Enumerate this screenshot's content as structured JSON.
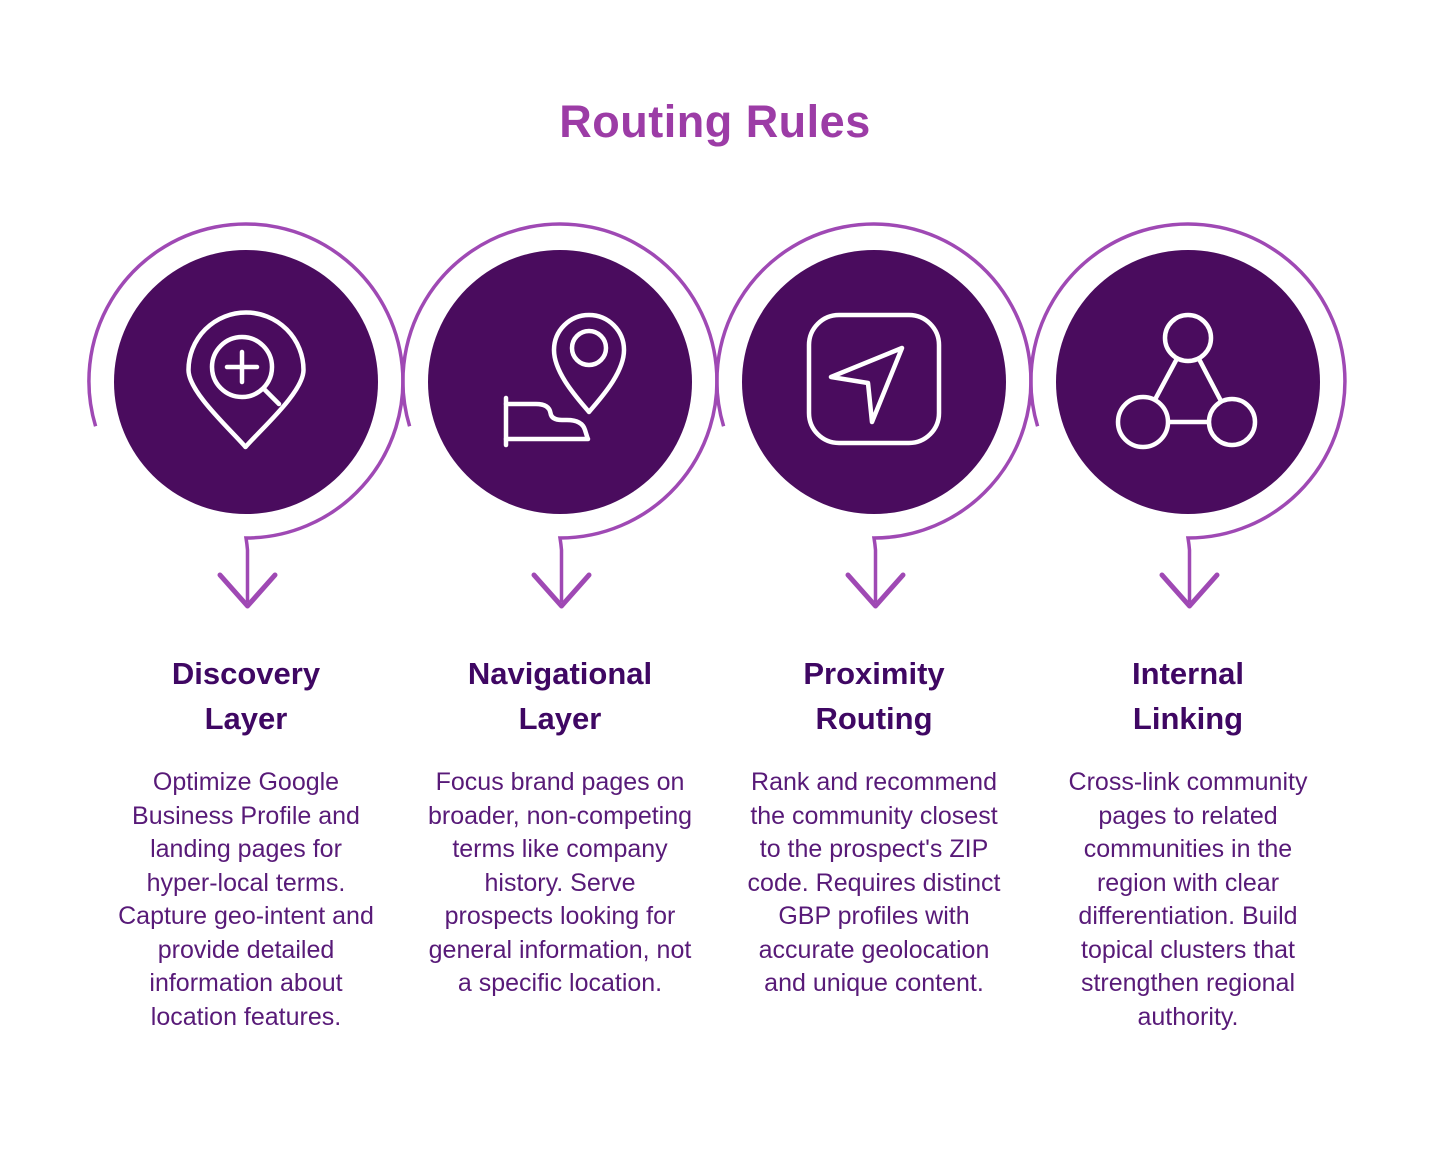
{
  "title": "Routing Rules",
  "colors": {
    "title": "#9C3CA6",
    "heading": "#3F0763",
    "body_text": "#581A78",
    "circle_fill": "#4A0C5E",
    "swirl_stroke": "#9F49B4",
    "icon_stroke": "#FFFFFF",
    "background": "#FFFFFF"
  },
  "steps": [
    {
      "icon": "map-pin-search-icon",
      "heading": "Discovery Layer",
      "description": "Optimize Google Business Profile and landing pages for hyper-local terms. Capture geo-intent and provide detailed information about location features."
    },
    {
      "icon": "location-pin-place-icon",
      "heading": "Navigational Layer",
      "description": "Focus brand pages on broader, non-competing terms like company history. Serve prospects looking for general information, not a specific location."
    },
    {
      "icon": "navigation-arrow-icon",
      "heading": "Proximity Routing",
      "description": "Rank and recommend the community closest to the prospect's ZIP code. Requires distinct GBP profiles with accurate geolocation and unique content."
    },
    {
      "icon": "network-nodes-icon",
      "heading": "Internal Linking",
      "description": "Cross-link community pages to related communities in the region with clear differentiation. Build topical clusters that strengthen regional authority."
    }
  ]
}
